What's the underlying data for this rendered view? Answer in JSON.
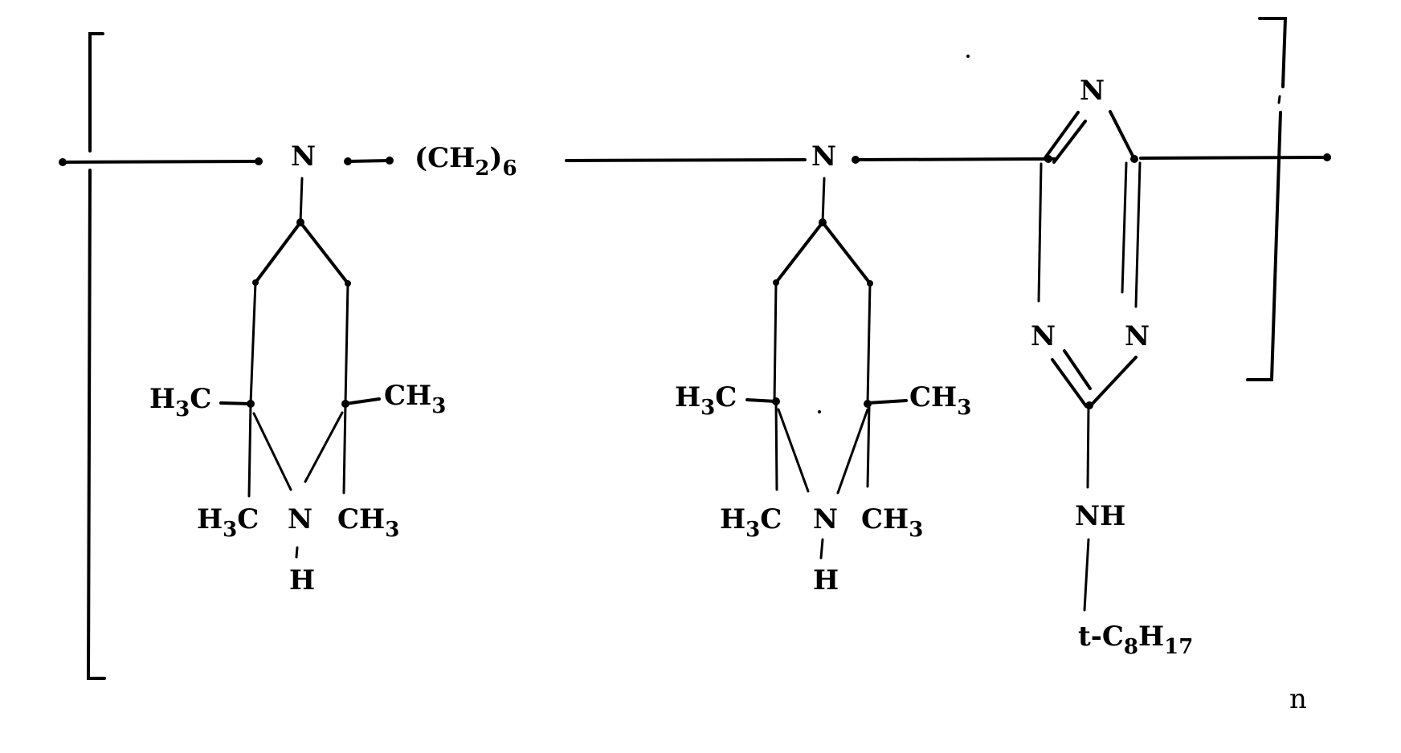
{
  "diagram": {
    "type": "chemical-structure",
    "description": "Polymer repeat unit: hexamethylene-bridged bis(2,2,6,6-tetramethylpiperidin-4-yl)amine linked to a 1,3,5-triazine bearing a tert-octylamino group",
    "repeat_subscript": "n",
    "backbone": {
      "n1": "N",
      "linker_open": "(CH",
      "linker_sub": "2",
      "linker_close": ")",
      "linker_count": "6",
      "n2": "N"
    },
    "piperidine_left": {
      "upper_left_methyl": {
        "h": "H",
        "sub": "3",
        "c": "C"
      },
      "upper_right_methyl": {
        "c": "CH",
        "sub": "3"
      },
      "lower_left_methyl": {
        "h": "H",
        "sub": "3",
        "c": "C"
      },
      "ring_n": "N",
      "ring_h": "H",
      "lower_right_methyl": {
        "c": "CH",
        "sub": "3"
      }
    },
    "piperidine_right": {
      "upper_left_methyl": {
        "h": "H",
        "sub": "3",
        "c": "C"
      },
      "upper_right_methyl": {
        "c": "CH",
        "sub": "3"
      },
      "lower_left_methyl": {
        "h": "H",
        "sub": "3",
        "c": "C"
      },
      "ring_n": "N",
      "ring_h": "H",
      "lower_right_methyl": {
        "c": "CH",
        "sub": "3"
      }
    },
    "triazine": {
      "n_top": "N",
      "n_left": "N",
      "n_right": "N",
      "amine": "NH",
      "substituent_prefix": "t-C",
      "substituent_c_sub": "8",
      "substituent_h": "H",
      "substituent_h_sub": "17"
    }
  }
}
